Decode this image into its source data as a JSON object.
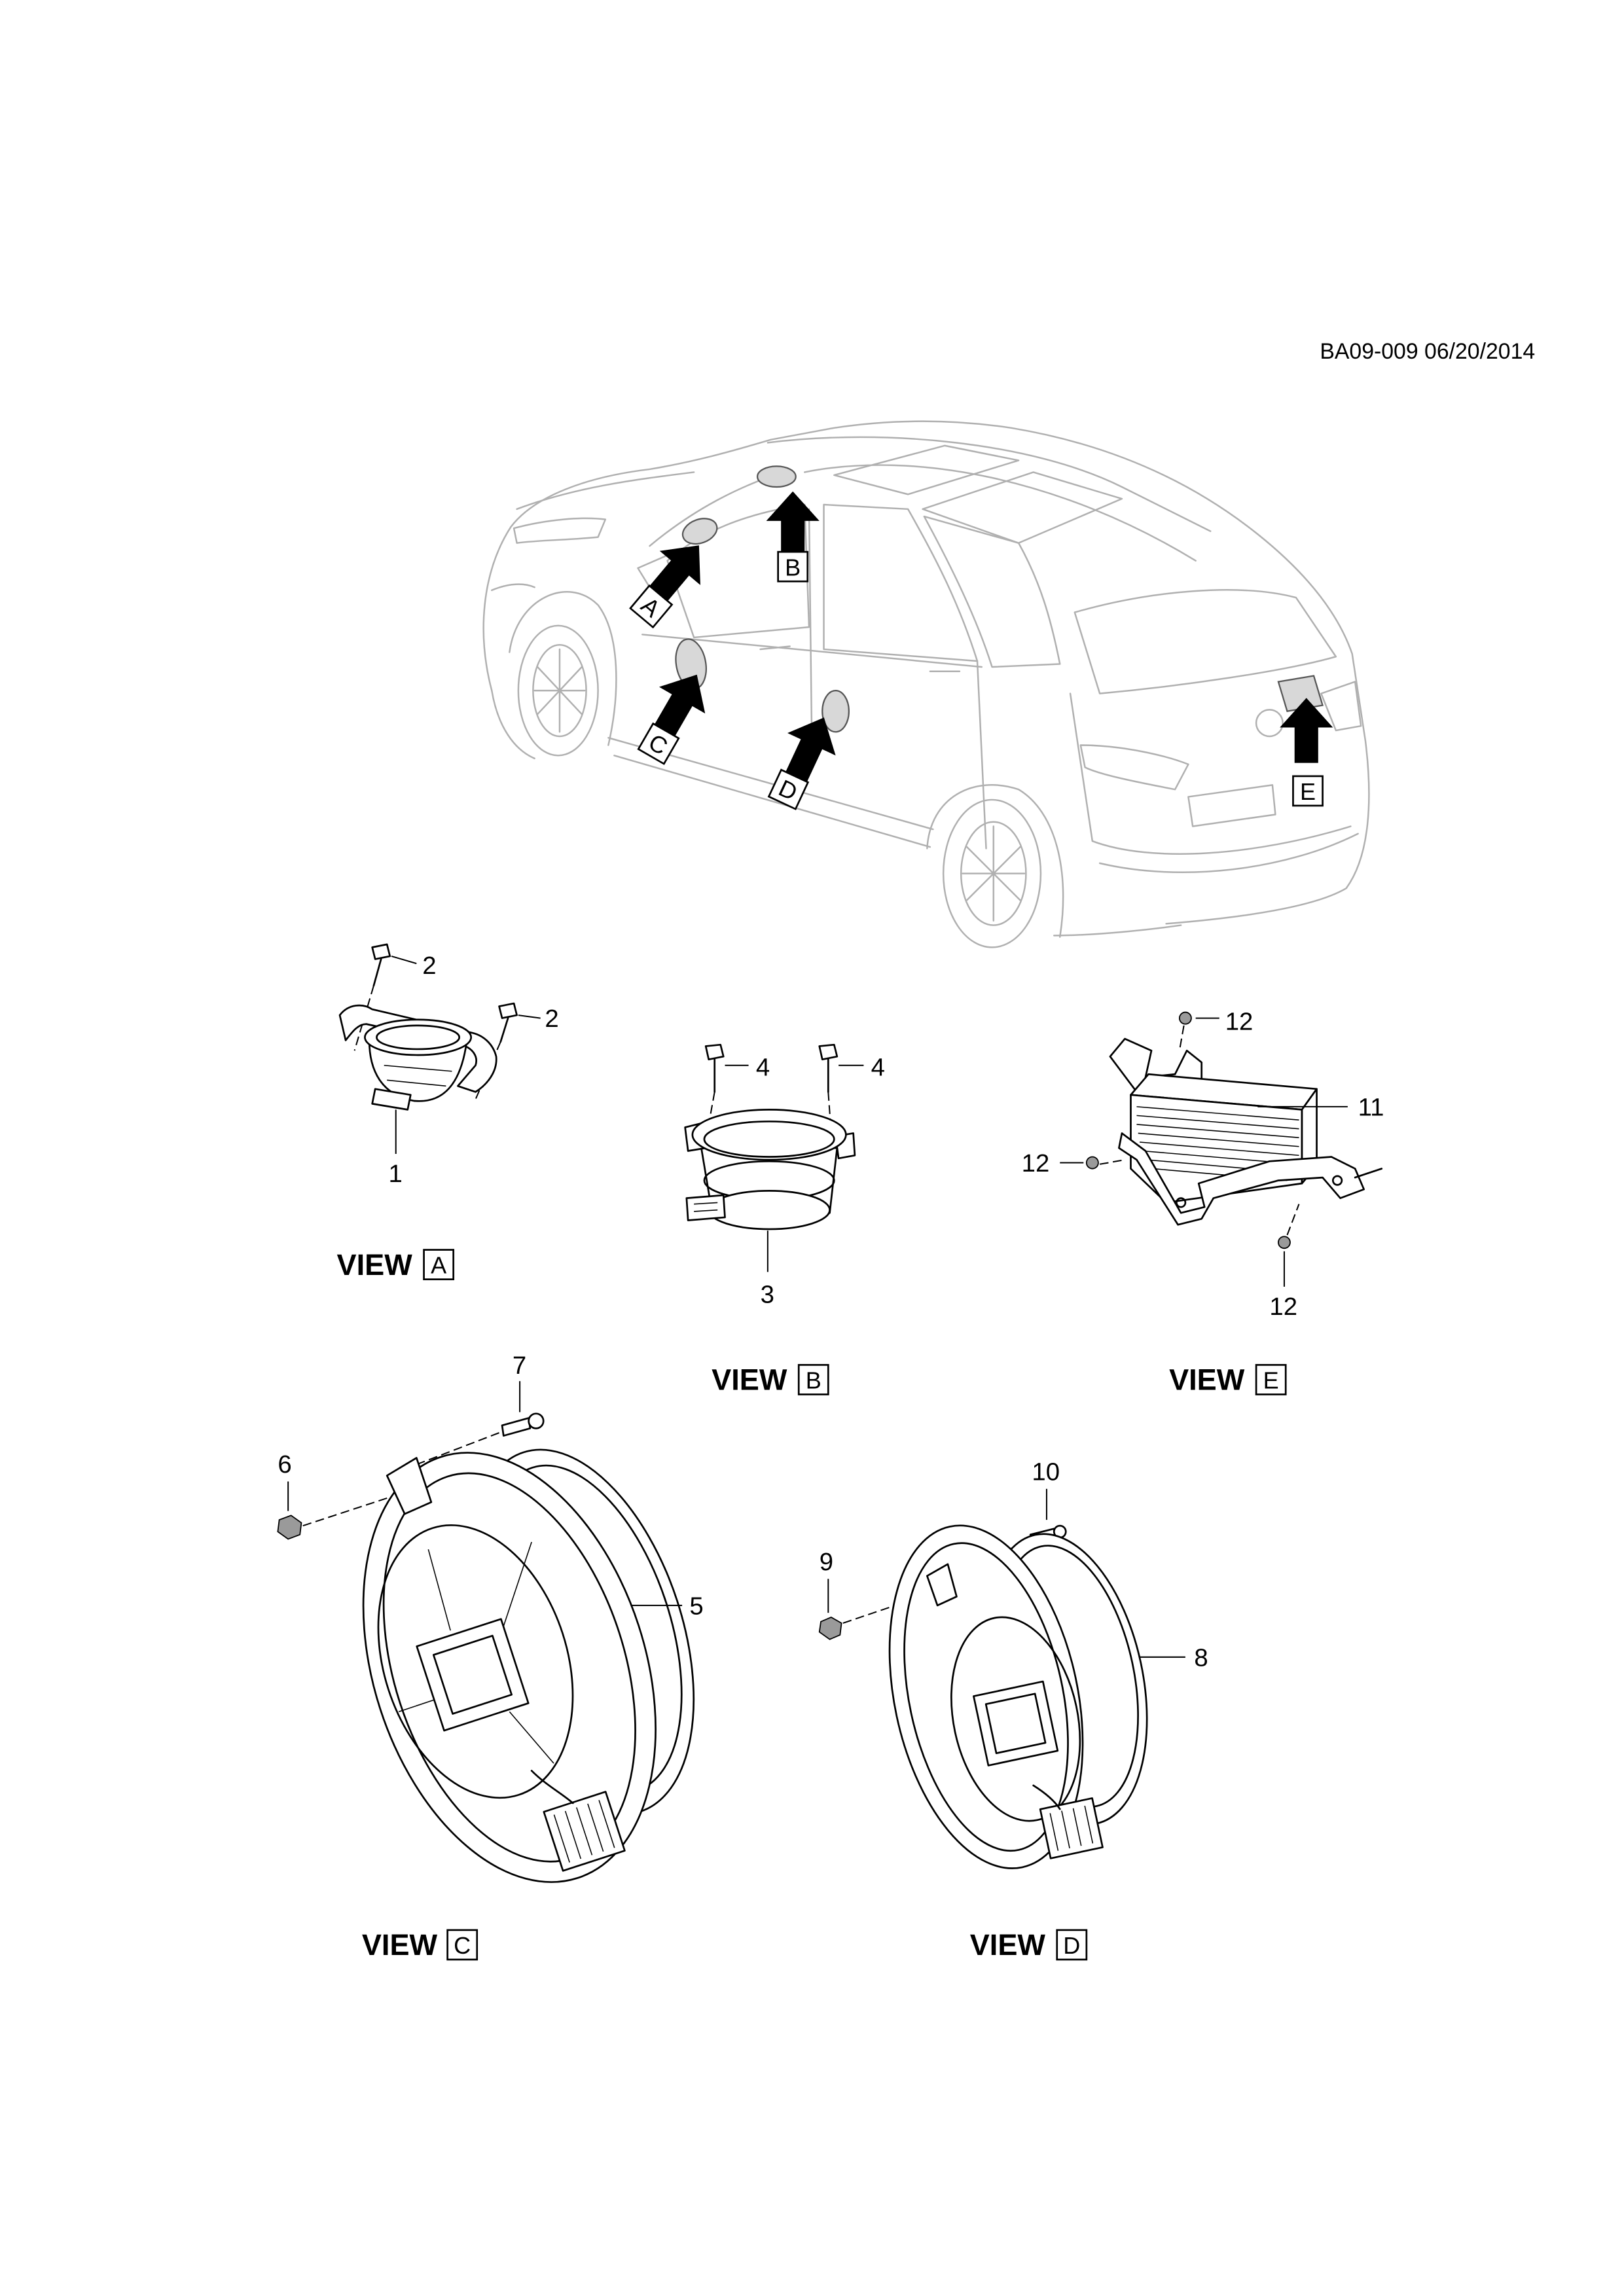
{
  "header": {
    "drawing_code": "BA09-009 06/20/2014"
  },
  "vehicle_arrows": [
    "A",
    "B",
    "C",
    "D",
    "E"
  ],
  "views": {
    "a": {
      "prefix": "VIEW",
      "letter": "A",
      "callouts": [
        "2",
        "2",
        "1"
      ]
    },
    "b": {
      "prefix": "VIEW",
      "letter": "B",
      "callouts": [
        "4",
        "4",
        "3"
      ]
    },
    "e": {
      "prefix": "VIEW",
      "letter": "E",
      "callouts": [
        "12",
        "11",
        "12",
        "12"
      ]
    },
    "c": {
      "prefix": "VIEW",
      "letter": "C",
      "callouts": [
        "7",
        "6",
        "5"
      ]
    },
    "d": {
      "prefix": "VIEW",
      "letter": "D",
      "callouts": [
        "10",
        "9",
        "8"
      ]
    }
  },
  "colors": {
    "line": "#000000",
    "vehicle": "#b0b0b0",
    "background": "#ffffff"
  }
}
